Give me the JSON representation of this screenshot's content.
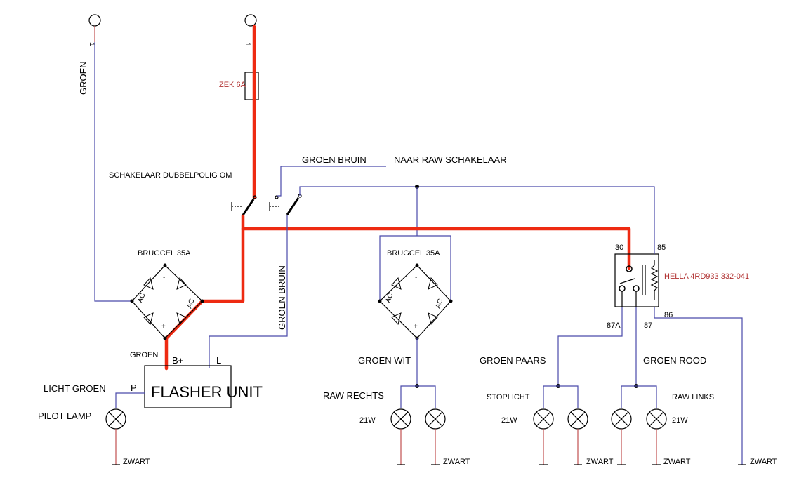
{
  "labels": {
    "groen_top": "GROEN",
    "fuse": "ZEK 6A",
    "switch": "SCHAKELAAR DUBBELPOLIG OM",
    "groen_bruin_top": "GROEN BRUIN",
    "naar_raw": "NAAR RAW SCHAKELAAR",
    "brugcel_left": "BRUGCEL 35A",
    "brugcel_mid": "BRUGCEL 35A",
    "groen_bruin_vert": "GROEN BRUIN",
    "groen_flasher": "GROEN",
    "b_plus": "B+",
    "l_term": "L",
    "flasher": "FLASHER UNIT",
    "p_term": "P",
    "licht_groen": "LICHT GROEN",
    "pilot_lamp": "PILOT LAMP",
    "groen_wit": "GROEN WIT",
    "raw_rechts": "RAW RECHTS",
    "w21_a": "21W",
    "w21_b": "21W",
    "w21_c": "21W",
    "groen_paars": "GROEN PAARS",
    "stoplicht": "STOPLICHT",
    "groen_rood": "GROEN ROOD",
    "raw_links": "RAW LINKS",
    "relay_name": "HELLA 4RD933 332-041",
    "pin30": "30",
    "pin85": "85",
    "pin86": "86",
    "pin87a": "87A",
    "pin87": "87",
    "zwart1": "ZWART",
    "zwart2": "ZWART",
    "zwart3": "ZWART",
    "zwart4": "ZWART",
    "zwart5": "ZWART",
    "pin1_a": "1",
    "pin1_b": "1",
    "ac1": "AC",
    "ac2": "AC",
    "ac3": "AC",
    "ac4": "AC",
    "plus1": "+",
    "plus2": "+",
    "minus1": "-",
    "minus2": "-"
  },
  "colors": {
    "wire": "#4a4aaa",
    "hot_wire": "#ee2a12",
    "part_label": "#b03030"
  }
}
